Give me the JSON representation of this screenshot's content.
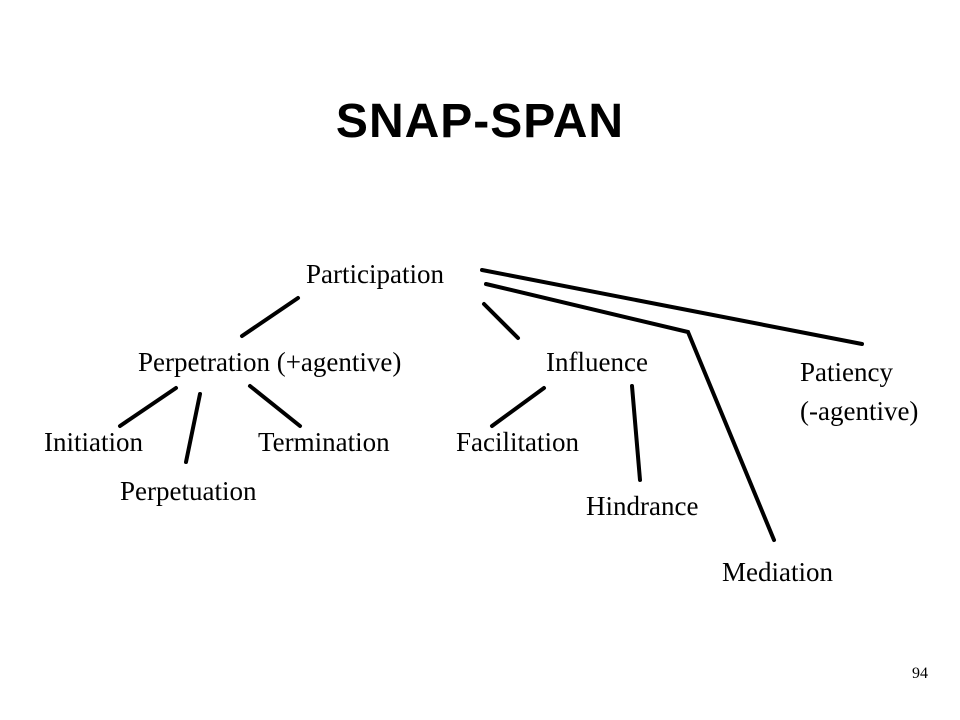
{
  "slide": {
    "title": "SNAP-SPAN",
    "page_number": "94"
  },
  "nodes": {
    "participation": "Participation",
    "perpetration": "Perpetration (+agentive)",
    "influence": "Influence",
    "patiency_line1": "Patiency",
    "patiency_line2": "(-agentive)",
    "initiation": "Initiation",
    "perpetuation": "Perpetuation",
    "termination": "Termination",
    "facilitation": "Facilitation",
    "hindrance": "Hindrance",
    "mediation": "Mediation"
  },
  "edges": [
    {
      "from": "Participation",
      "to": "Perpetration (+agentive)"
    },
    {
      "from": "Participation",
      "to": "Influence"
    },
    {
      "from": "Participation",
      "to": "Patiency (-agentive)"
    },
    {
      "from": "Participation",
      "to": "Mediation"
    },
    {
      "from": "Perpetration (+agentive)",
      "to": "Initiation"
    },
    {
      "from": "Perpetration (+agentive)",
      "to": "Perpetuation"
    },
    {
      "from": "Perpetration (+agentive)",
      "to": "Termination"
    },
    {
      "from": "Influence",
      "to": "Facilitation"
    },
    {
      "from": "Influence",
      "to": "Hindrance"
    }
  ],
  "colors": {
    "line": "#000000",
    "text": "#000000",
    "background": "#ffffff"
  }
}
